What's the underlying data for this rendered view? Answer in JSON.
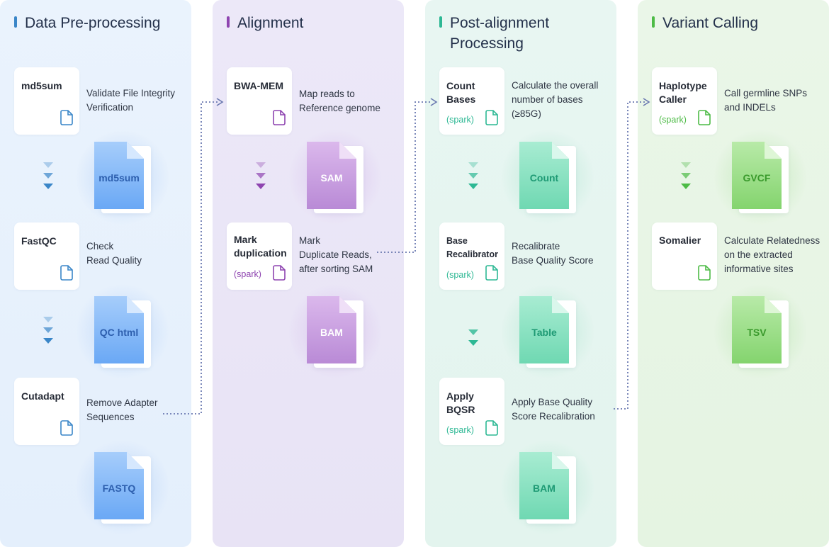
{
  "columns": [
    {
      "title": "Data Pre-processing",
      "accent": "#3a86c8",
      "steps": [
        {
          "name": "md5sum",
          "description": "Validate File Integrity Verification",
          "output": "md5sum"
        },
        {
          "name": "FastQC",
          "description": "Check\nRead Quality",
          "output": "QC html"
        },
        {
          "name": "Cutadapt",
          "description": "Remove Adapter Sequences",
          "output": "FASTQ"
        }
      ]
    },
    {
      "title": "Alignment",
      "accent": "#8e44b0",
      "steps": [
        {
          "name": "BWA-MEM",
          "description": "Map reads to Reference genome",
          "output": "SAM"
        },
        {
          "name": "Mark duplication",
          "spark": "(spark)",
          "description": "Mark\nDuplicate Reads, after sorting SAM",
          "output": "BAM"
        }
      ]
    },
    {
      "title": "Post-alignment Processing",
      "accent": "#2db894",
      "steps": [
        {
          "name": "Count Bases",
          "spark": "(spark)",
          "description": "Calculate the overall number of bases (≥85G)",
          "output": "Count"
        },
        {
          "name": "Base Recalibrator",
          "spark": "(spark)",
          "description": "Recalibrate\nBase Quality Score",
          "output": "Table"
        },
        {
          "name": "Apply BQSR",
          "spark": "(spark)",
          "description": "Apply Base Quality Score Recalibration",
          "output": "BAM"
        }
      ]
    },
    {
      "title": "Variant Calling",
      "accent": "#4dbb46",
      "steps": [
        {
          "name": "Haplotype Caller",
          "spark": "(spark)",
          "description": "Call germline SNPs and INDELs",
          "output": "GVCF"
        },
        {
          "name": "Somalier",
          "description": "Calculate Relatedness on the extracted informative sites",
          "output": "TSV"
        }
      ]
    }
  ],
  "colors": {
    "pre": "#3a86c8",
    "align": "#8e44b0",
    "post": "#2db894",
    "variant": "#4dbb46",
    "connector": "#6a78b0"
  }
}
